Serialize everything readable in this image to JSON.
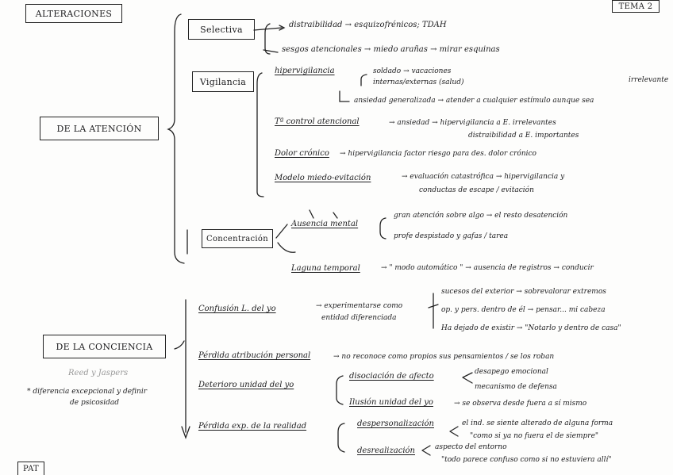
{
  "header": {
    "title": "ALTERACIONES",
    "topic": "TEMA 2",
    "footer_label": "PAT"
  },
  "atencion": {
    "title": "DE LA ATENCIÓN",
    "selectiva": {
      "label": "Selectiva",
      "line1": "distraibilidad → esquizofrénicos; TDAH",
      "line2": "sesgos atencionales → miedo arañas → mirar esquinas"
    },
    "vigilancia": {
      "label": "Vigilancia",
      "hiper": "hipervigilancia",
      "hiper_sub1": "soldado → vacaciones",
      "hiper_sub2": "internas/externas (salud)",
      "side_note": "irrelevante",
      "ansiedad": "ansiedad generalizada → atender a cualquier estímulo aunque sea",
      "control": "Tª control atencional",
      "control_a": "→ ansiedad → hipervigilancia a E. irrelevantes",
      "control_b": "distraibilidad a E. importantes",
      "dolor": "Dolor crónico",
      "dolor_a": "→ hipervigilancia factor riesgo para des. dolor crónico",
      "modelo": "Modelo miedo-evitación",
      "modelo_a": "→ evaluación catastrófica → hipervigilancia y",
      "modelo_b": "conductas de escape / evitación"
    },
    "concentracion": {
      "label": "Concentración",
      "ausencia": "Ausencia mental",
      "aus_a": "gran atención sobre algo → el resto desatención",
      "aus_b": "profe despistado y gafas / tarea",
      "laguna": "Laguna temporal",
      "laguna_a": "→ \" modo automático \" → ausencia de registros → conducir"
    }
  },
  "conciencia": {
    "title": "DE LA CONCIENCIA",
    "authors": "Reed y Jaspers",
    "note1": "* diferencia excepcional y definir",
    "note2": "de psicosidad",
    "confusion": "Confusión L. del yo",
    "confusion_a": "→ experimentarse como",
    "confusion_b": "entidad diferenciada",
    "conf_1": "sucesos del exterior → sobrevalorar extremos",
    "conf_2": "op. y pers. dentro de él → pensar... mi cabeza",
    "conf_3": "Ha dejado de existir → \"Notarlo y dentro de casa\"",
    "perdida_atrib": "Pérdida atribución personal",
    "perdida_atrib_a": "→ no reconoce como propios sus pensamientos / se los roban",
    "deterioro": "Deterioro unidad del yo",
    "disociacion": "disociación de afecto",
    "disoc_a": "desapego emocional",
    "disoc_b": "mecanismo de defensa",
    "ilusion": "Ilusión unidad del yo",
    "ilusion_a": "→ se observa desde fuera a sí mismo",
    "perdida_exp": "Pérdida exp. de la realidad",
    "despers": "despersonalización",
    "despers_a": "el ind. se siente alterado de alguna forma",
    "despers_b": "\"como si ya no fuera el de siempre\"",
    "desreal": "desrealización",
    "desreal_a": "aspecto del entorno",
    "desreal_b": "\"todo parece confuso como si no estuviera allí\""
  }
}
